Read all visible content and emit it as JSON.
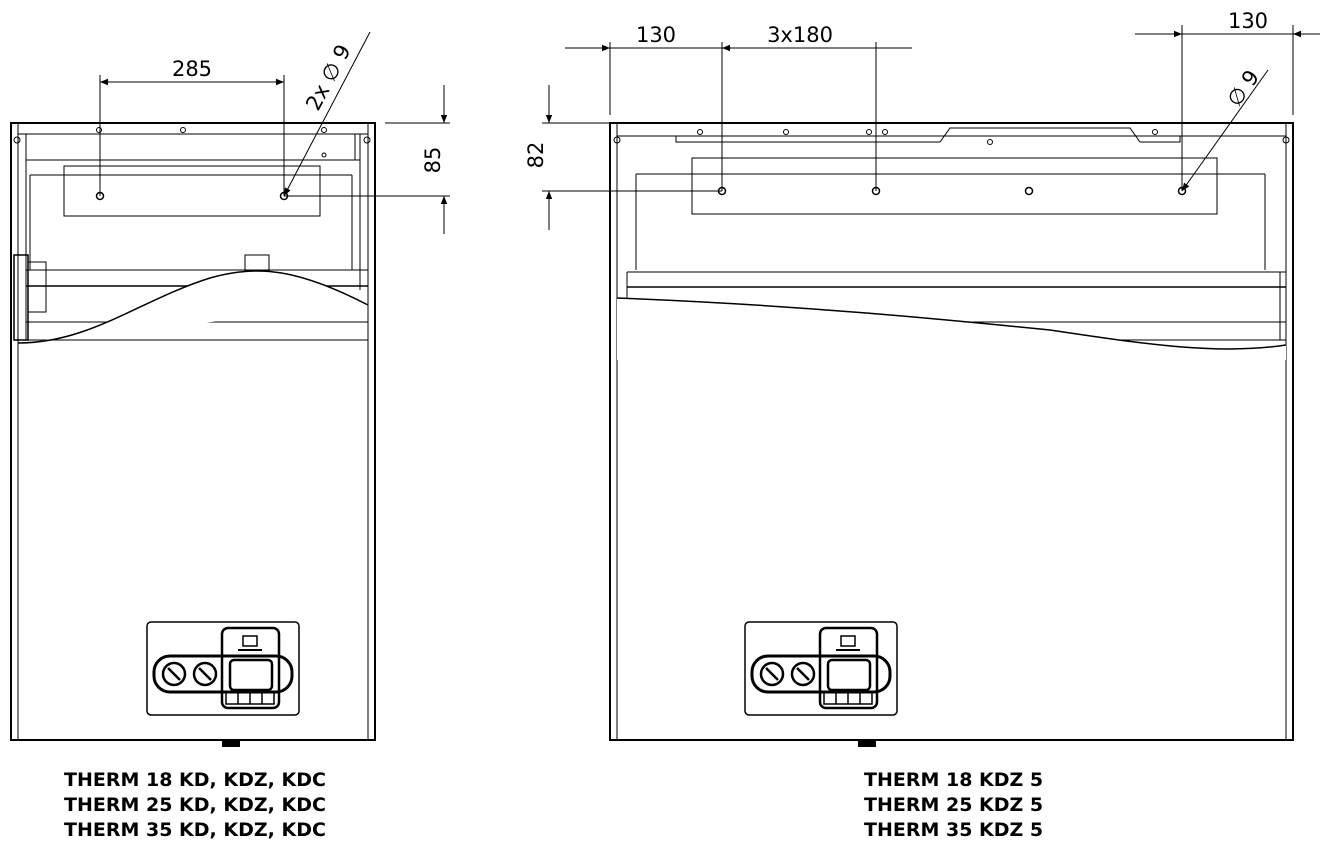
{
  "left_drawing": {
    "dim_hole_spacing": "285",
    "dim_hole_diameter": "2x ∅ 9",
    "dim_vertical": "85",
    "models": [
      "THERM 18 KD, KDZ, KDC",
      "THERM 25 KD, KDZ, KDC",
      "THERM 35 KD, KDZ, KDC"
    ]
  },
  "right_drawing": {
    "dim_left_offset": "130",
    "dim_hole_spacing": "3x180",
    "dim_right_offset": "130",
    "dim_hole_diameter": "∅ 9",
    "dim_vertical": "82",
    "models": [
      "THERM 18 KDZ 5",
      "THERM 25 KDZ 5",
      "THERM 35 KDZ 5"
    ]
  }
}
